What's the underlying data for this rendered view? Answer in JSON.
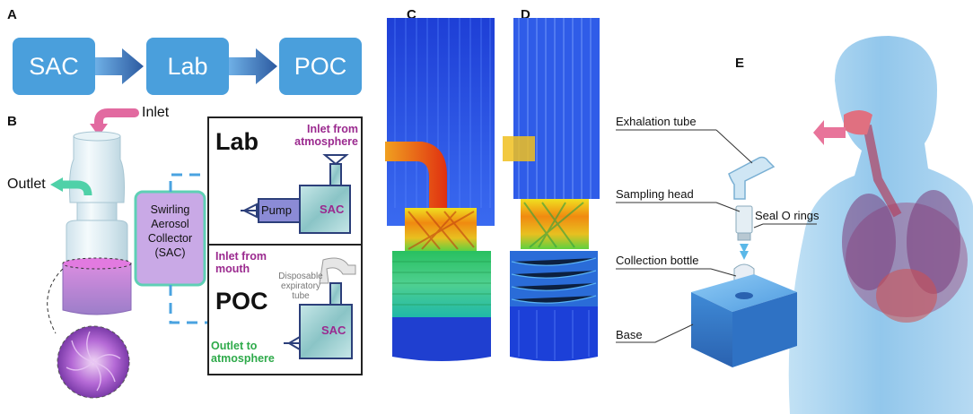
{
  "panels": {
    "a": "A",
    "b": "B",
    "c": "C",
    "d": "D",
    "e": "E"
  },
  "flow": {
    "sac": "SAC",
    "lab": "Lab",
    "poc": "POC"
  },
  "device": {
    "inlet": "Inlet",
    "outlet": "Outlet"
  },
  "collector_box": {
    "line1": "Swirling",
    "line2": "Aerosol",
    "line3": "Collector",
    "line4": "(SAC)"
  },
  "lab_panel": {
    "title": "Lab",
    "inlet_line1": "Inlet from",
    "inlet_line2": "atmosphere",
    "pump": "Pump",
    "sac": "SAC"
  },
  "poc_panel": {
    "title": "POC",
    "inlet_line1": "Inlet from",
    "inlet_line2": "mouth",
    "tube_line1": "Disposable",
    "tube_line2": "expiratory",
    "tube_line3": "tube",
    "outlet_line1": "Outlet to",
    "outlet_line2": "atmosphere",
    "sac": "SAC"
  },
  "sampler": {
    "exhalation_tube": "Exhalation tube",
    "sampling_head": "Sampling head",
    "seal_o_rings": "Seal O rings",
    "collection_bottle": "Collection bottle",
    "base": "Base"
  },
  "colors": {
    "flow_blue": "#4a9fdc",
    "arrow_dark_blue": "#2c5aa0",
    "inlet_pink": "#e26aa0",
    "outlet_green": "#4fd1a8",
    "collector_fill": "#c9a9e6",
    "collector_border": "#5fd0b5",
    "magenta_text": "#9b2a8f",
    "green_text": "#2eaa4a",
    "sac_teal": "#a7d6d8",
    "pump_purple": "#8b8bd6",
    "dashed_blue": "#4aa3e0"
  }
}
